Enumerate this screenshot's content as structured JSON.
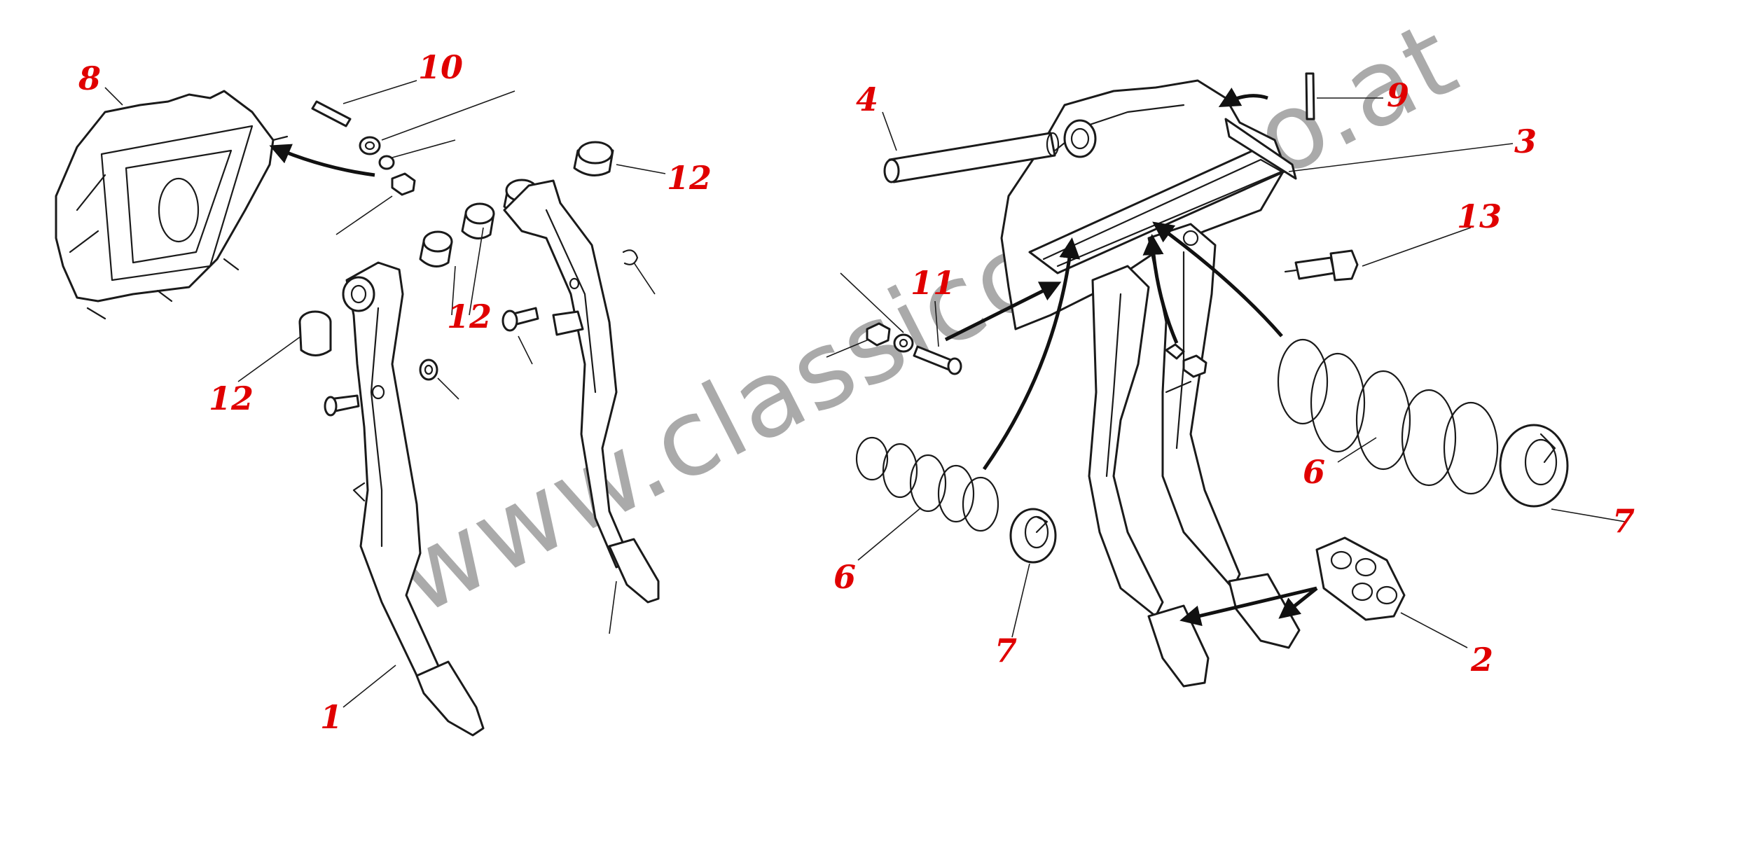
{
  "colors": {
    "callout": "#e00000",
    "line": "#1a1a1a",
    "watermark": "#9c9c9c",
    "background": "#ffffff"
  },
  "watermark": {
    "text": "www.classiccars.co.at"
  },
  "callouts": [
    {
      "id": "c8",
      "label": "8"
    },
    {
      "id": "c10",
      "label": "10"
    },
    {
      "id": "c12a",
      "label": "12"
    },
    {
      "id": "c12b",
      "label": "12"
    },
    {
      "id": "c12c",
      "label": "12"
    },
    {
      "id": "c1",
      "label": "1"
    },
    {
      "id": "c4",
      "label": "4"
    },
    {
      "id": "c9",
      "label": "9"
    },
    {
      "id": "c3",
      "label": "3"
    },
    {
      "id": "c13",
      "label": "13"
    },
    {
      "id": "c11",
      "label": "11"
    },
    {
      "id": "c6a",
      "label": "6"
    },
    {
      "id": "c6b",
      "label": "6"
    },
    {
      "id": "c7a",
      "label": "7"
    },
    {
      "id": "c7b",
      "label": "7"
    },
    {
      "id": "c2",
      "label": "2"
    }
  ]
}
